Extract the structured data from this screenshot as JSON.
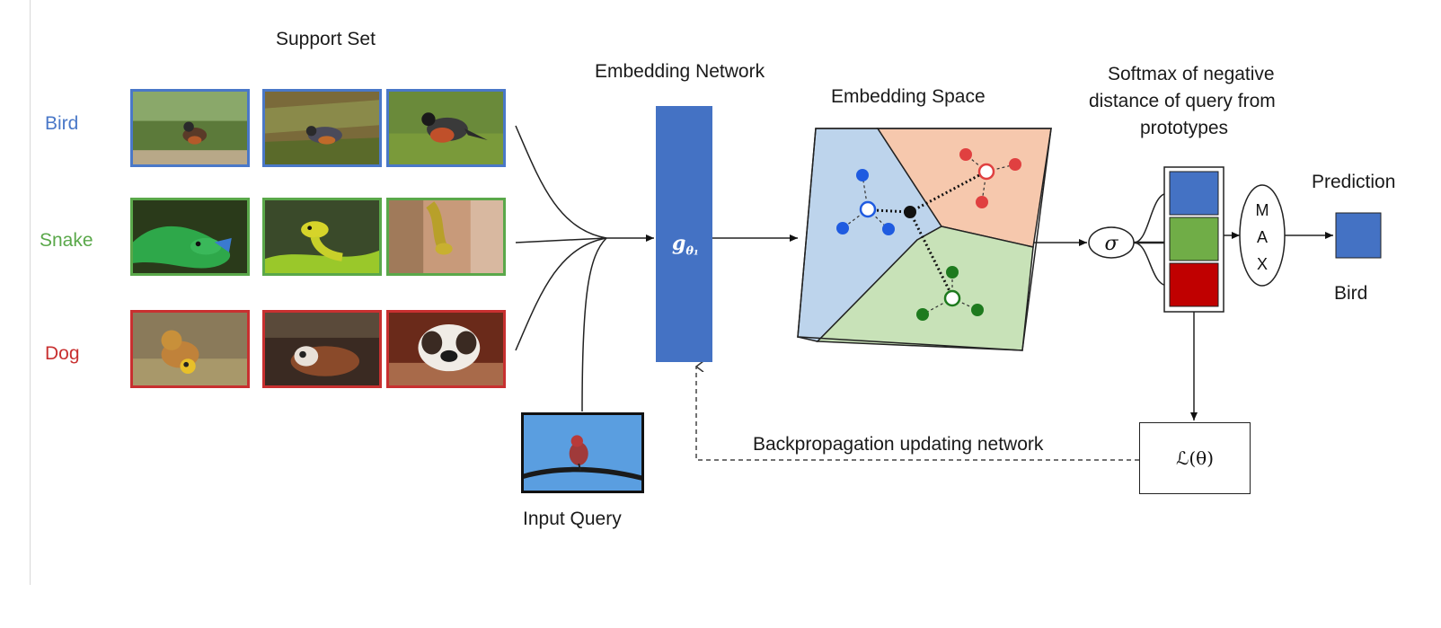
{
  "support": {
    "title": "Support Set",
    "classes": [
      {
        "name": "Bird",
        "color": "#4a78c8"
      },
      {
        "name": "Snake",
        "color": "#5aa84a"
      },
      {
        "name": "Dog",
        "color": "#c83030"
      }
    ]
  },
  "network": {
    "title": "Embedding Network",
    "symbol": "g",
    "subscript": "θ₁"
  },
  "embedding_space": {
    "title": "Embedding Space",
    "region_colors": [
      "#bdd4ec",
      "#f6c8ad",
      "#c8e2b8"
    ]
  },
  "softmax": {
    "title_lines": [
      "Softmax of negative",
      "distance of query from",
      "prototypes"
    ],
    "sigma": "σ",
    "bar_colors": [
      "#4472c4",
      "#70ad47",
      "#c00000"
    ]
  },
  "max": {
    "letters": [
      "M",
      "A",
      "X"
    ]
  },
  "prediction": {
    "title": "Prediction",
    "label": "Bird",
    "color": "#4472c4"
  },
  "query": {
    "label": "Input Query"
  },
  "backprop": {
    "label": "Backpropagation updating network"
  },
  "loss": {
    "label": "ℒ(θ)"
  }
}
